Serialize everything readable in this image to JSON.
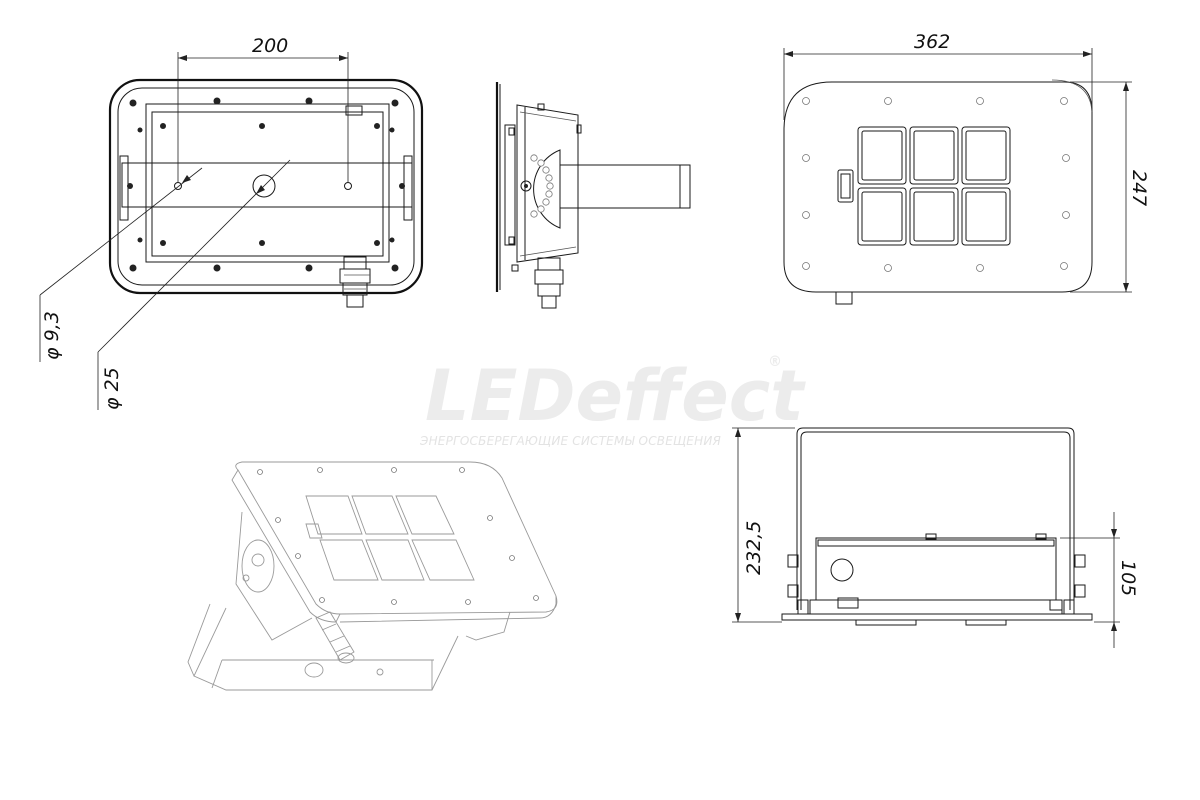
{
  "dimensions": {
    "front_bolt_spacing": "200",
    "small_hole_diameter": "φ 9,3",
    "large_hole_diameter": "φ 25",
    "top_width": "362",
    "top_height": "247",
    "side_total_height": "232,5",
    "side_body_height": "105"
  },
  "watermark": {
    "brand": "LEDeffect",
    "registered_mark": "®",
    "tagline": "ЭНЕРГОСБЕРЕГАЮЩИЕ СИСТЕМЫ ОСВЕЩЕНИЯ"
  }
}
